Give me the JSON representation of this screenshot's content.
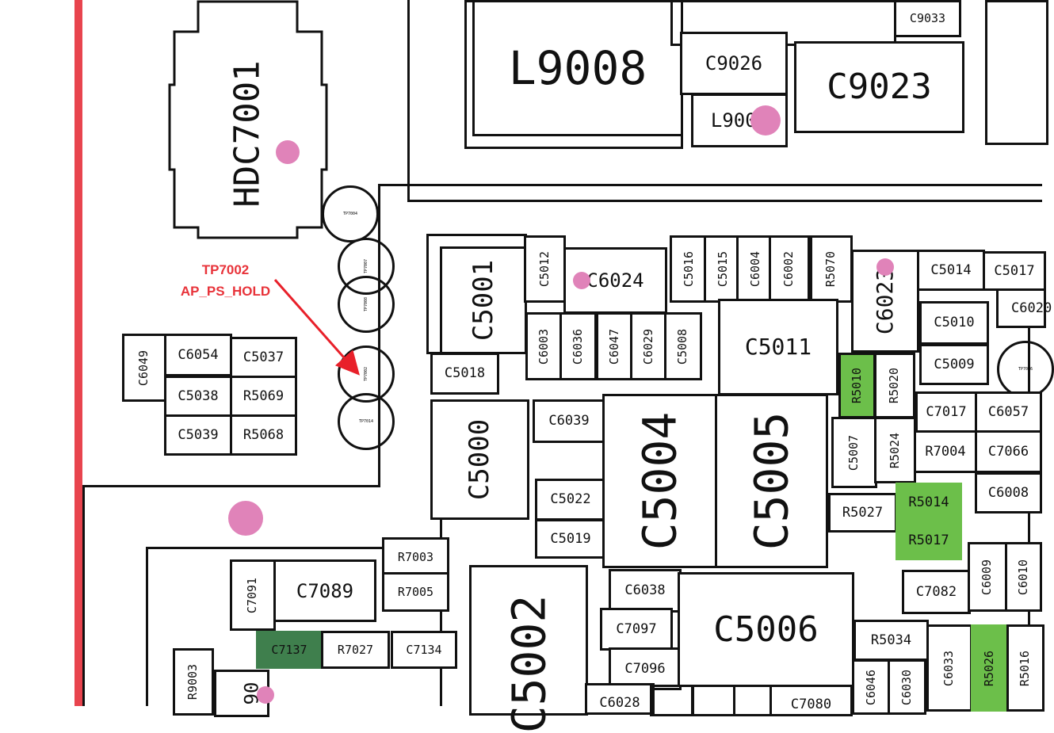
{
  "callout": {
    "testpoint": "TP7002",
    "signal": "AP_PS_HOLD"
  },
  "labels": {
    "HDC7001": "HDC7001",
    "L9008": "L9008",
    "C9033": "C9033",
    "C9026": "C9026",
    "C9023": "C9023",
    "L9009": "L9009",
    "C5001": "C5001",
    "C5012": "C5012",
    "C6024": "C6024",
    "C5016": "C5016",
    "C5015": "C5015",
    "C6004": "C6004",
    "C6002": "C6002",
    "R5070": "R5070",
    "C6023": "C6023",
    "C5014": "C5014",
    "C5017": "C5017",
    "C6020": "C6020",
    "C5010": "C5010",
    "C5009": "C5009",
    "C6003": "C6003",
    "C6036": "C6036",
    "C6047": "C6047",
    "C6029": "C6029",
    "C5008": "C5008",
    "C5011": "C5011",
    "C5018": "C5018",
    "C6049": "C6049",
    "C6054": "C6054",
    "C5037": "C5037",
    "C5038": "C5038",
    "R5069": "R5069",
    "C5039": "C5039",
    "R5068": "R5068",
    "R5010": "R5010",
    "R5020": "R5020",
    "C7017": "C7017",
    "C6057": "C6057",
    "C5000": "C5000",
    "C6039": "C6039",
    "C5004": "C5004",
    "C5005": "C5005",
    "C5007": "C5007",
    "R5024": "R5024",
    "R7004": "R7004",
    "C7066": "C7066",
    "C5022": "C5022",
    "R5027": "R5027",
    "R5014": "R5014",
    "C6008": "C6008",
    "C5019": "C5019",
    "R5017": "R5017",
    "R7003": "R7003",
    "C7091": "C7091",
    "C7089": "C7089",
    "R7005": "R7005",
    "C5002": "C5002",
    "C6038": "C6038",
    "C5006": "C5006",
    "C7082": "C7082",
    "C6009": "C6009",
    "C6010": "C6010",
    "C7097": "C7097",
    "C7137": "C7137",
    "R7027": "R7027",
    "C7134": "C7134",
    "R5034": "R5034",
    "C6033": "C6033",
    "R5026": "R5026",
    "R5016": "R5016",
    "R9003": "R9003",
    "C7096": "C7096",
    "C6046": "C6046",
    "C6030": "C6030",
    "C6028": "C6028",
    "C7080": "C7080",
    "frag_90": "90"
  },
  "testpoints": {
    "tp_top": "TP7004",
    "tp_2": "TP7007",
    "tp_3": "TP7008",
    "tp_4": "TP7002",
    "tp_5": "TP7014",
    "tp_right": "TP7006"
  },
  "colors": {
    "red_rail": "#e8444e",
    "pink_marker": "#e083b9",
    "green_pad": "#6cbf4a",
    "dark_green_pad": "#3f7f4d",
    "callout_red": "#e8333a"
  }
}
